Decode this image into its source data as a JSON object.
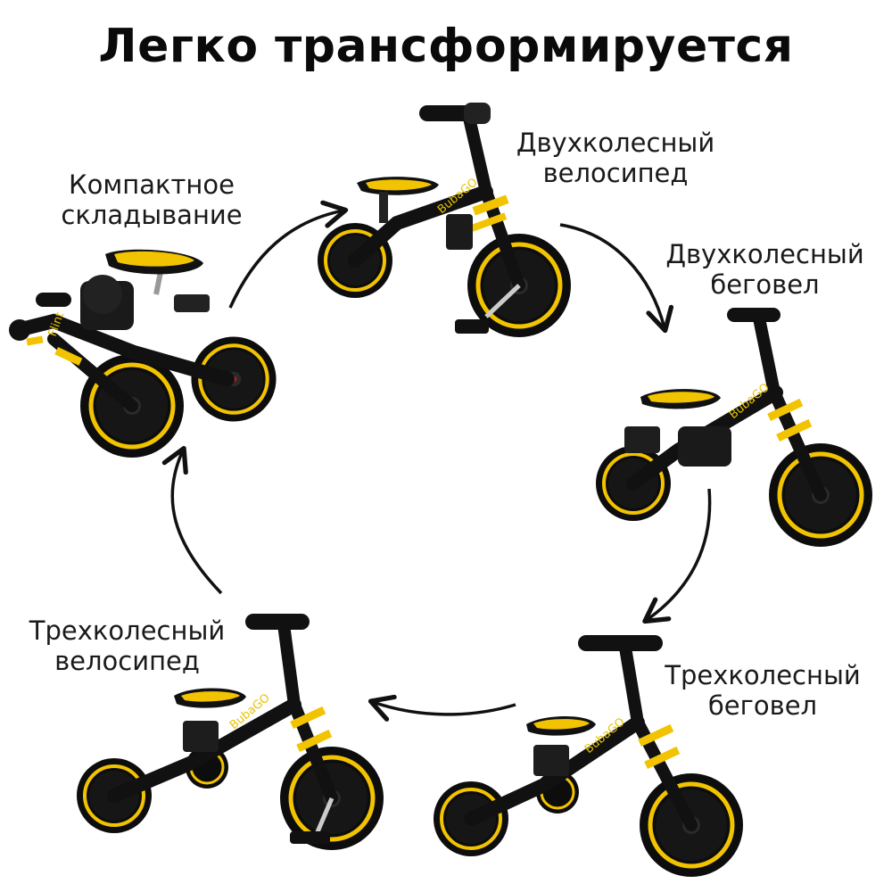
{
  "title": "Легко трансформируется",
  "modes": [
    {
      "id": "compact",
      "line1": "Компактное",
      "line2": "складывание"
    },
    {
      "id": "bike2",
      "line1": "Двухколесный",
      "line2": "велосипед"
    },
    {
      "id": "balance2",
      "line1": "Двухколесный",
      "line2": "беговел"
    },
    {
      "id": "balance3",
      "line1": "Трехколесный",
      "line2": "беговел"
    },
    {
      "id": "bike3",
      "line1": "Трехколесный",
      "line2": "велосипед"
    }
  ],
  "brand": {
    "name": "BubaGO",
    "folded_logo": "Flint"
  },
  "colors": {
    "frame": "#111111",
    "accent": "#f2c300",
    "arrow": "#111111",
    "tire": "#0d0d0d"
  }
}
